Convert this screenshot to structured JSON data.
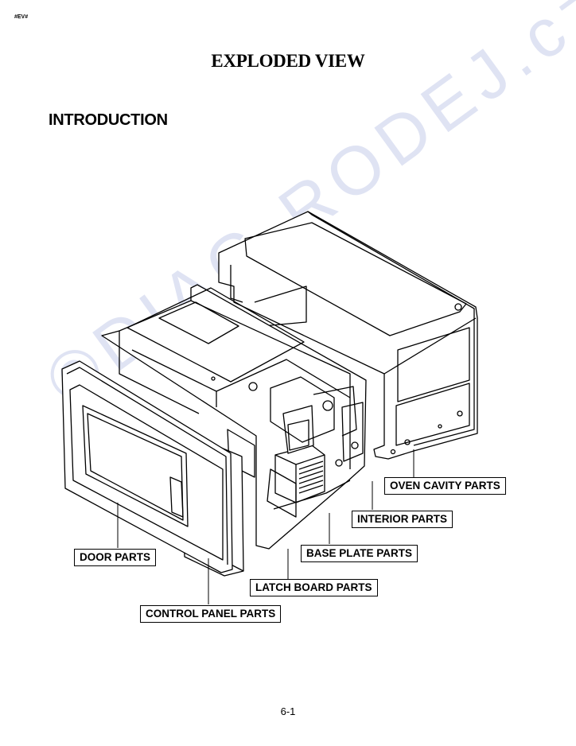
{
  "header_tag": "#EV#",
  "title": "EXPLODED VIEW",
  "section": "INTRODUCTION",
  "labels": {
    "oven_cavity": "OVEN CAVITY PARTS",
    "interior": "INTERIOR PARTS",
    "base_plate": "BASE PLATE PARTS",
    "door": "DOOR PARTS",
    "latch_board": "LATCH BOARD PARTS",
    "control_panel": "CONTROL PANEL PARTS"
  },
  "page_number": "6-1",
  "watermark": "©DIAG-RODEJ.cz"
}
